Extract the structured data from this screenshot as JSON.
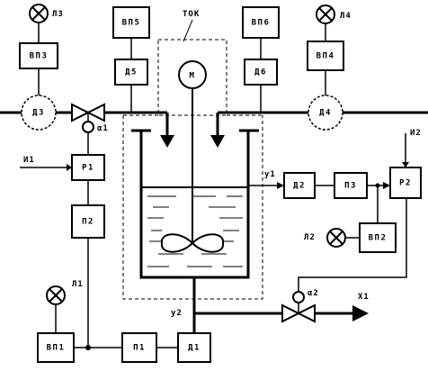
{
  "title": "ТОК",
  "blocks": {
    "vp1": "ВП1",
    "vp2": "ВП2",
    "vp3": "ВП3",
    "vp4": "ВП4",
    "vp5": "ВП5",
    "vp6": "ВП6",
    "d1": "Д1",
    "d2": "Д2",
    "d3": "Д3",
    "d4": "Д4",
    "d5": "Д5",
    "d6": "Д6",
    "p1": "П1",
    "p2": "П2",
    "p3": "П3",
    "r1": "Р1",
    "r2": "Р2",
    "motor": "М"
  },
  "signals": {
    "l1": "Л1",
    "l2": "Л2",
    "l3": "Л3",
    "l4": "Л4",
    "u1": "И1",
    "u2": "И2",
    "y1": "у1",
    "y2": "у2",
    "x1": "Х1",
    "a1": "α1",
    "a2": "α2"
  }
}
